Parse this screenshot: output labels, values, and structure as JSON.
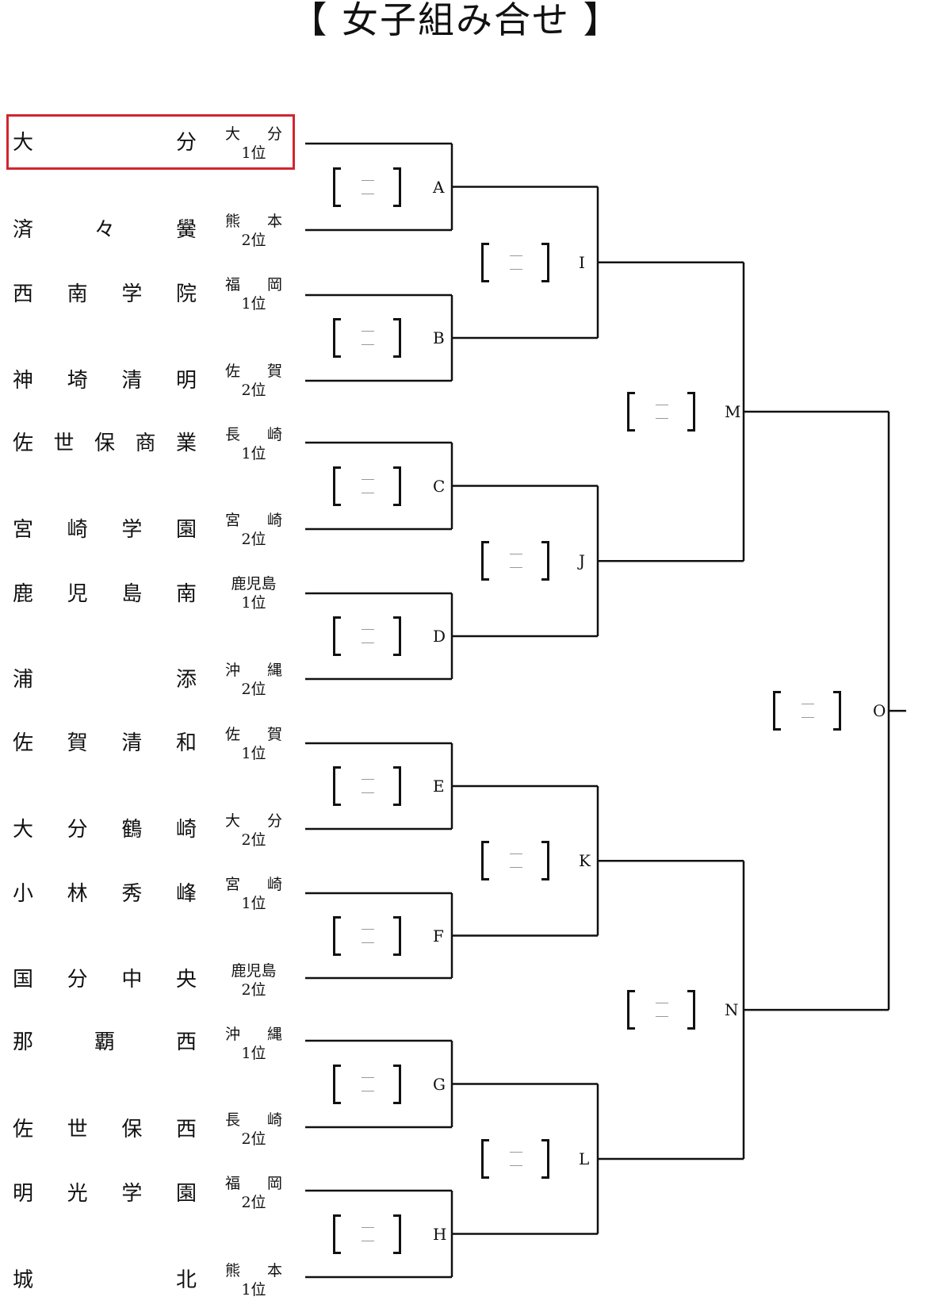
{
  "title": "【 女子組み合せ 】",
  "teams": [
    {
      "chars": [
        "大",
        "分"
      ],
      "pref": [
        "大",
        "分"
      ],
      "rank": "1位"
    },
    {
      "chars": [
        "済",
        "々",
        "黌"
      ],
      "pref": [
        "熊",
        "本"
      ],
      "rank": "2位"
    },
    {
      "chars": [
        "西",
        "南",
        "学",
        "院"
      ],
      "pref": [
        "福",
        "岡"
      ],
      "rank": "1位"
    },
    {
      "chars": [
        "神",
        "埼",
        "清",
        "明"
      ],
      "pref": [
        "佐",
        "賀"
      ],
      "rank": "2位"
    },
    {
      "chars": [
        "佐",
        "世",
        "保",
        "商",
        "業"
      ],
      "pref": [
        "長",
        "崎"
      ],
      "rank": "1位"
    },
    {
      "chars": [
        "宮",
        "崎",
        "学",
        "園"
      ],
      "pref": [
        "宮",
        "崎"
      ],
      "rank": "2位"
    },
    {
      "chars": [
        "鹿",
        "児",
        "島",
        "南"
      ],
      "pref": [
        "鹿児島"
      ],
      "rank": "1位"
    },
    {
      "chars": [
        "浦",
        "添"
      ],
      "pref": [
        "沖",
        "縄"
      ],
      "rank": "2位"
    },
    {
      "chars": [
        "佐",
        "賀",
        "清",
        "和"
      ],
      "pref": [
        "佐",
        "賀"
      ],
      "rank": "1位"
    },
    {
      "chars": [
        "大",
        "分",
        "鶴",
        "崎"
      ],
      "pref": [
        "大",
        "分"
      ],
      "rank": "2位"
    },
    {
      "chars": [
        "小",
        "林",
        "秀",
        "峰"
      ],
      "pref": [
        "宮",
        "崎"
      ],
      "rank": "1位"
    },
    {
      "chars": [
        "国",
        "分",
        "中",
        "央"
      ],
      "pref": [
        "鹿児島"
      ],
      "rank": "2位"
    },
    {
      "chars": [
        "那",
        "覇",
        "西"
      ],
      "pref": [
        "沖",
        "縄"
      ],
      "rank": "1位"
    },
    {
      "chars": [
        "佐",
        "世",
        "保",
        "西"
      ],
      "pref": [
        "長",
        "崎"
      ],
      "rank": "2位"
    },
    {
      "chars": [
        "明",
        "光",
        "学",
        "園"
      ],
      "pref": [
        "福",
        "岡"
      ],
      "rank": "2位"
    },
    {
      "chars": [
        "城",
        "北"
      ],
      "pref": [
        "熊",
        "本"
      ],
      "rank": "1位"
    }
  ],
  "matches": [
    "A",
    "B",
    "C",
    "D",
    "E",
    "F",
    "G",
    "H",
    "I",
    "J",
    "K",
    "L",
    "M",
    "N",
    "O"
  ],
  "colors": {
    "line": "#111111",
    "highlight": "#d0262f"
  }
}
